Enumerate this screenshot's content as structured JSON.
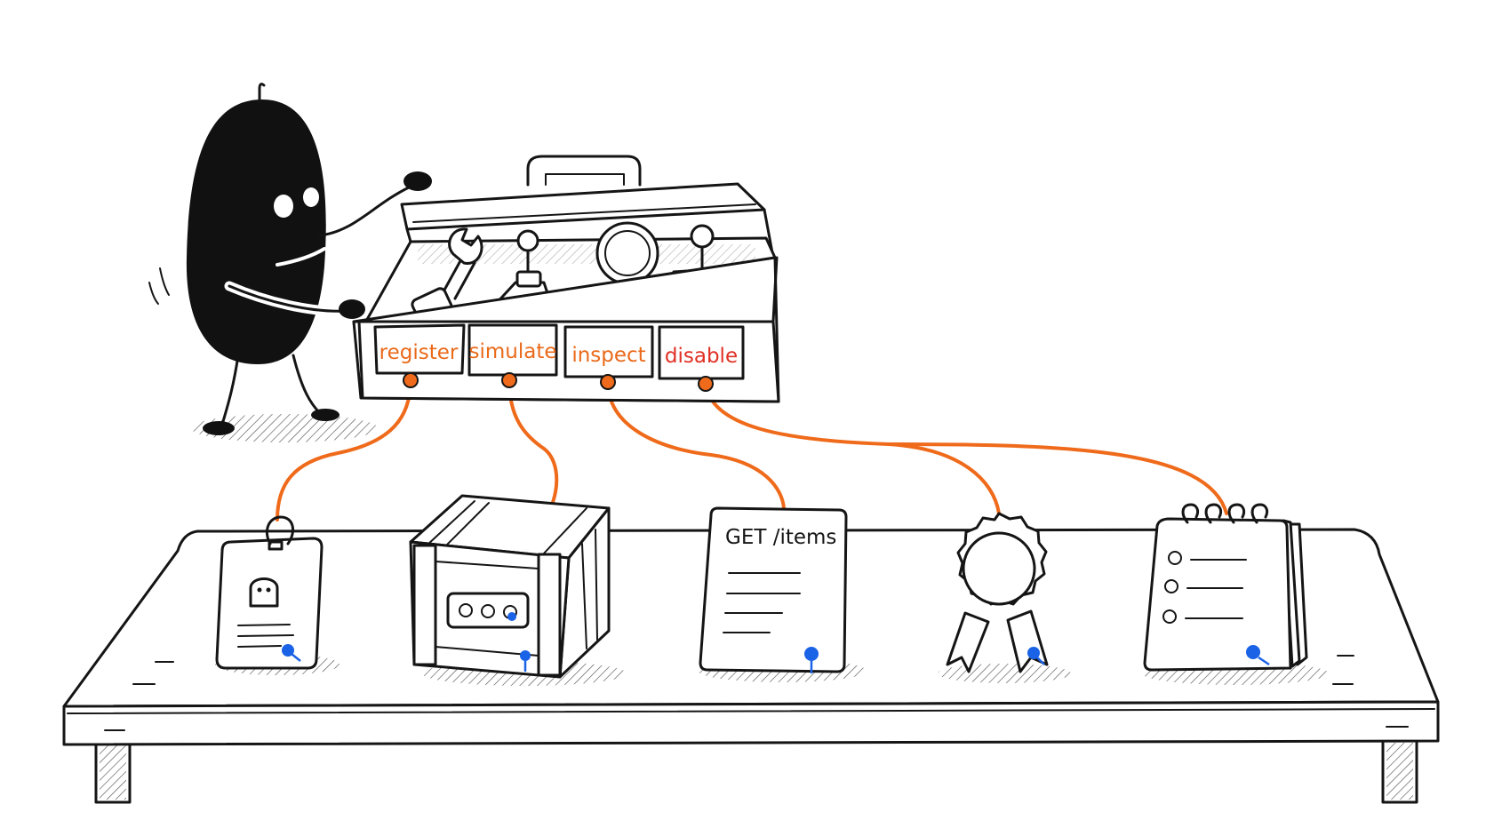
{
  "toolbox": {
    "labels": [
      "register",
      "simulate",
      "inspect",
      "disable"
    ]
  },
  "document": {
    "title": "GET /items"
  },
  "colors": {
    "wire": "#ef6a1a",
    "label_orange": "#ea6a1a",
    "label_red": "#e03024",
    "pin_blue": "#1a62e6",
    "ink": "#151515"
  },
  "icons": [
    "character",
    "toolbox",
    "wrench-icon",
    "joystick-icon",
    "magnifier-icon",
    "lever-icon",
    "id-badge-icon",
    "crate-icon",
    "document-icon",
    "award-ribbon-icon",
    "checklist-notepad-icon"
  ]
}
